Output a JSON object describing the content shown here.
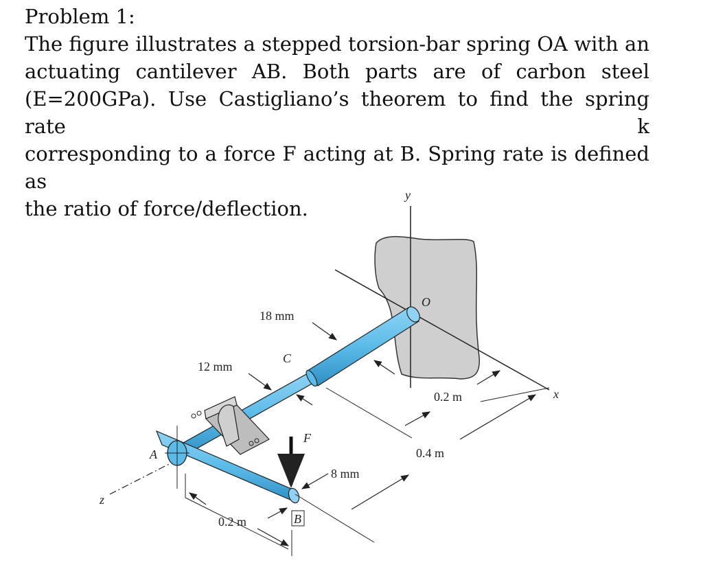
{
  "problem": {
    "title": "Problem 1:",
    "lines": [
      "The figure illustrates a stepped torsion-bar spring OA with an",
      "actuating cantilever AB. Both parts are of carbon steel",
      "(E=200GPa). Use Castigliano’s theorem to find the spring rate k",
      "corresponding to a force F acting at B. Spring rate is defined as",
      "the ratio of force/deflection."
    ]
  },
  "figure": {
    "labels": {
      "axis_y": "y",
      "axis_x": "x",
      "axis_z": "z",
      "point_o": "O",
      "point_a": "A",
      "point_b": "B",
      "point_c": "C",
      "force_f": "F",
      "dia_18": "18 mm",
      "dia_12": "12 mm",
      "dia_8": "8 mm",
      "len_oc": "0.2 m",
      "len_oa": "0.4 m",
      "len_ab": "0.2 m"
    },
    "colors": {
      "bar": "#5bbbe8",
      "bar_dark": "#2f8fc4",
      "wall": "#c9c9c9",
      "bearing": "#bdbdbd"
    }
  }
}
